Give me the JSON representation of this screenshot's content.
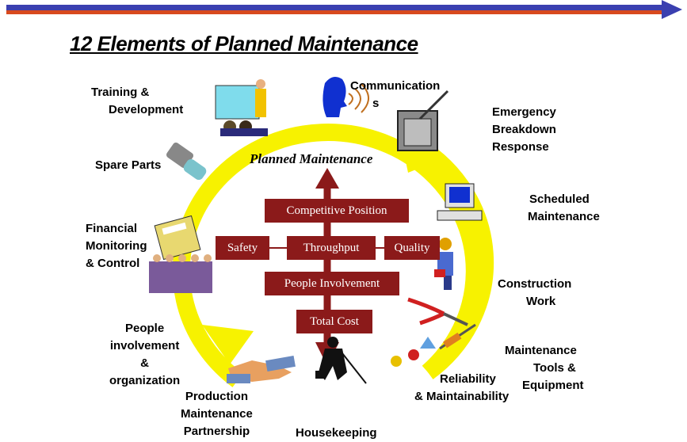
{
  "header": {
    "title": "12 Elements of Planned Maintenance"
  },
  "center": {
    "planned_maintenance": "Planned Maintenance",
    "boxes": {
      "competitive_position": "Competitive Position",
      "safety": "Safety",
      "throughput": "Throughput",
      "quality": "Quality",
      "people_involvement": "People Involvement",
      "total_cost": "Total Cost"
    }
  },
  "elements": {
    "training": [
      "Training &",
      "Development"
    ],
    "communication": [
      "Communication",
      "s"
    ],
    "emergency": [
      "Emergency",
      "Breakdown",
      "Response"
    ],
    "spare_parts": "Spare Parts",
    "scheduled": [
      "Scheduled",
      "Maintenance"
    ],
    "financial": [
      "Financial",
      "Monitoring",
      "& Control"
    ],
    "construction": [
      "Construction",
      "Work"
    ],
    "people": [
      "People",
      "involvement",
      "&",
      "organization"
    ],
    "tools": [
      "Maintenance",
      "Tools &",
      "Equipment"
    ],
    "production": [
      "Production",
      "Maintenance",
      "Partnership"
    ],
    "reliability": [
      "Reliability",
      "& Maintainability"
    ],
    "housekeeping": "Housekeeping"
  },
  "colors": {
    "ring": "#f7f200",
    "box": "#8b1a1a",
    "bar_blue": "#3a3fb0",
    "bar_red": "#d84a1e"
  }
}
